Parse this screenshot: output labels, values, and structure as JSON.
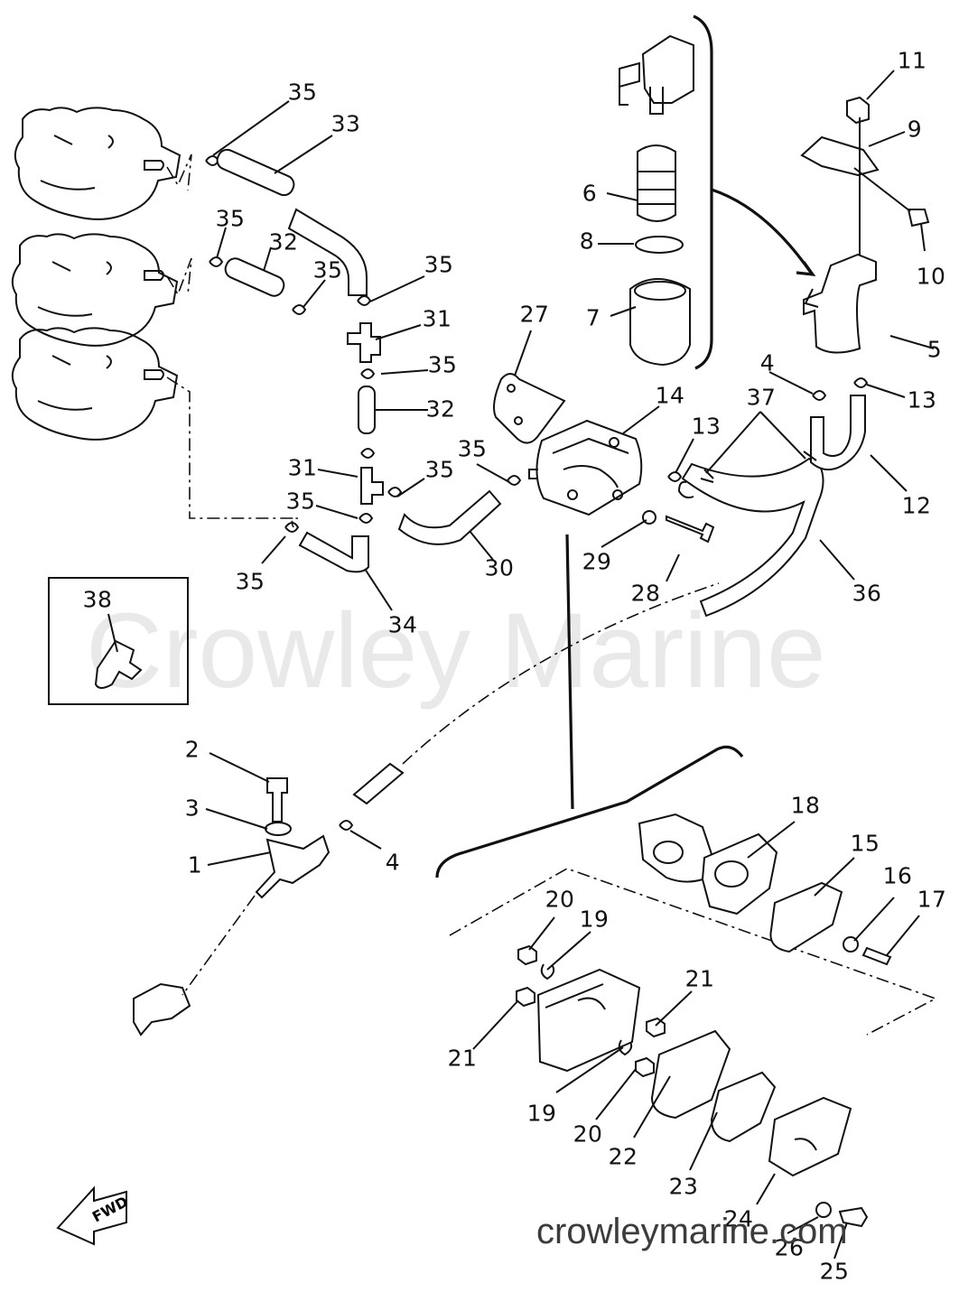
{
  "watermark": "Crowley Marine",
  "footer_url": "crowleymarine.com",
  "fwd_label": "FWD",
  "callouts": [
    "35",
    "33",
    "35",
    "32",
    "35",
    "35",
    "31",
    "35",
    "32",
    "31",
    "35",
    "35",
    "35",
    "34",
    "30",
    "27",
    "14",
    "35",
    "13",
    "37",
    "4",
    "13",
    "12",
    "29",
    "28",
    "36",
    "11",
    "9",
    "10",
    "6",
    "8",
    "7",
    "5",
    "38",
    "2",
    "3",
    "1",
    "4",
    "18",
    "15",
    "16",
    "17",
    "20",
    "19",
    "21",
    "21",
    "19",
    "20",
    "22",
    "23",
    "24",
    "26",
    "25"
  ]
}
